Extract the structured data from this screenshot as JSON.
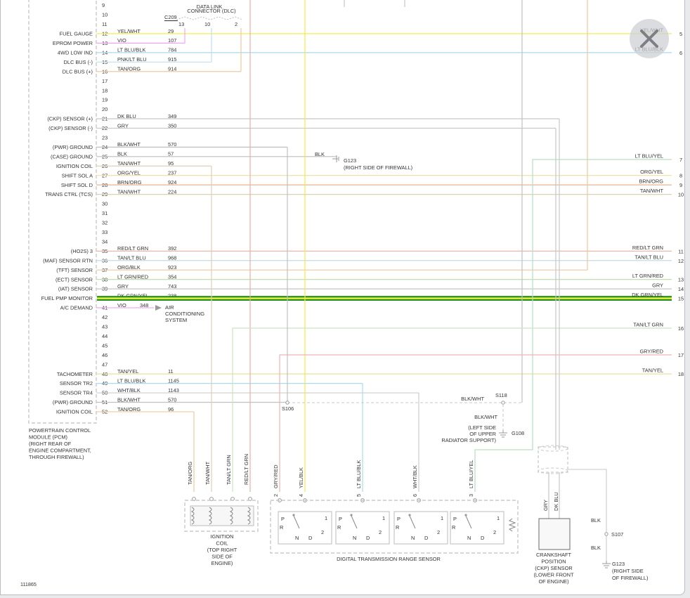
{
  "pcm": {
    "pins": [
      {
        "n": "9",
        "label": "",
        "wire": "",
        "circuit": ""
      },
      {
        "n": "10",
        "label": "",
        "wire": "",
        "circuit": ""
      },
      {
        "n": "11",
        "label": "",
        "wire": "",
        "circuit": ""
      },
      {
        "n": "12",
        "label": "FUEL GAUGE",
        "wire": "YEL/WHT",
        "circuit": "29"
      },
      {
        "n": "13",
        "label": "EPROM POWER",
        "wire": "VIO",
        "circuit": "107"
      },
      {
        "n": "14",
        "label": "4WD LOW IND",
        "wire": "LT BLU/BLK",
        "circuit": "784"
      },
      {
        "n": "15",
        "label": "DLC BUS (-)",
        "wire": "PNK/LT BLU",
        "circuit": "915"
      },
      {
        "n": "16",
        "label": "DLC BUS (+)",
        "wire": "TAN/ORG",
        "circuit": "914"
      },
      {
        "n": "17",
        "label": "",
        "wire": "",
        "circuit": ""
      },
      {
        "n": "18",
        "label": "",
        "wire": "",
        "circuit": ""
      },
      {
        "n": "19",
        "label": "",
        "wire": "",
        "circuit": ""
      },
      {
        "n": "20",
        "label": "",
        "wire": "",
        "circuit": ""
      },
      {
        "n": "21",
        "label": "(CKP) SENSOR (+)",
        "wire": "DK BLU",
        "circuit": "349"
      },
      {
        "n": "22",
        "label": "(CKP) SENSOR (-)",
        "wire": "GRY",
        "circuit": "350"
      },
      {
        "n": "23",
        "label": "",
        "wire": "",
        "circuit": ""
      },
      {
        "n": "24",
        "label": "(PWR) GROUND",
        "wire": "BLK/WHT",
        "circuit": "570"
      },
      {
        "n": "25",
        "label": "(CASE) GROUND",
        "wire": "BLK",
        "circuit": "57"
      },
      {
        "n": "26",
        "label": "IGNITION COIL",
        "wire": "TAN/WHT",
        "circuit": "95"
      },
      {
        "n": "27",
        "label": "SHIFT SOL A",
        "wire": "ORG/YEL",
        "circuit": "237"
      },
      {
        "n": "28",
        "label": "SHIFT SOL D",
        "wire": "BRN/ORG",
        "circuit": "924"
      },
      {
        "n": "29",
        "label": "TRANS CTRL (TCS)",
        "wire": "TAN/WHT",
        "circuit": "224"
      },
      {
        "n": "30",
        "label": "",
        "wire": "",
        "circuit": ""
      },
      {
        "n": "31",
        "label": "",
        "wire": "",
        "circuit": ""
      },
      {
        "n": "32",
        "label": "",
        "wire": "",
        "circuit": ""
      },
      {
        "n": "33",
        "label": "",
        "wire": "",
        "circuit": ""
      },
      {
        "n": "34",
        "label": "",
        "wire": "",
        "circuit": ""
      },
      {
        "n": "35",
        "label": "(HO2S) 3",
        "wire": "RED/LT GRN",
        "circuit": "392"
      },
      {
        "n": "36",
        "label": "(MAF) SENSOR RTN",
        "wire": "TAN/LT BLU",
        "circuit": "968"
      },
      {
        "n": "37",
        "label": "(TFT) SENSOR",
        "wire": "ORG/BLK",
        "circuit": "923"
      },
      {
        "n": "38",
        "label": "(ECT) SENSOR",
        "wire": "LT GRN/RED",
        "circuit": "354"
      },
      {
        "n": "39",
        "label": "(IAT) SENSOR",
        "wire": "GRY",
        "circuit": "743"
      },
      {
        "n": "40",
        "label": "FUEL PMP MONITOR",
        "wire": "DK GRN/YEL",
        "circuit": "238"
      },
      {
        "n": "41",
        "label": "A/C DEMAND",
        "wire": "VIO",
        "circuit": "348"
      },
      {
        "n": "42",
        "label": "",
        "wire": "",
        "circuit": ""
      },
      {
        "n": "43",
        "label": "",
        "wire": "",
        "circuit": ""
      },
      {
        "n": "44",
        "label": "",
        "wire": "",
        "circuit": ""
      },
      {
        "n": "45",
        "label": "",
        "wire": "",
        "circuit": ""
      },
      {
        "n": "46",
        "label": "",
        "wire": "",
        "circuit": ""
      },
      {
        "n": "47",
        "label": "",
        "wire": "",
        "circuit": ""
      },
      {
        "n": "48",
        "label": "TACHOMETER",
        "wire": "TAN/YEL",
        "circuit": "11"
      },
      {
        "n": "49",
        "label": "SENSOR TR2",
        "wire": "LT BLU/BLK",
        "circuit": "1145"
      },
      {
        "n": "50",
        "label": "SENSOR TR4",
        "wire": "WHT/BLK",
        "circuit": "1143"
      },
      {
        "n": "51",
        "label": "(PWR) GROUND",
        "wire": "BLK/WHT",
        "circuit": "570"
      },
      {
        "n": "52",
        "label": "IGNITION COIL",
        "wire": "TAN/ORG",
        "circuit": "96"
      }
    ],
    "caption": [
      "POWERTRAIN CONTROL",
      "MODULE (PCM)",
      "(RIGHT REAR OF",
      "ENGINE COMPARTMENT,",
      "THROUGH FIREWALL)"
    ]
  },
  "dlc": {
    "title": "DATA LINK",
    "subtitle": "CONNECTOR (DLC)",
    "ref": "C209",
    "pins": [
      "13",
      "10",
      "2"
    ]
  },
  "right_refs": [
    {
      "label": "YEL/WHT",
      "n": "5",
      "color": "#e8e83a"
    },
    {
      "label": "LT BLU/BLK",
      "n": "6",
      "color": "#9fd6ea"
    },
    {
      "label": "LT BLU/YEL",
      "n": "7",
      "color": "#b6e0c0"
    },
    {
      "label": "ORG/YEL",
      "n": "8",
      "color": "#f2d79c"
    },
    {
      "label": "BRN/ORG",
      "n": "9",
      "color": "#e4b08a"
    },
    {
      "label": "TAN/WHT",
      "n": "10",
      "color": "#d8c6a8"
    },
    {
      "label": "RED/LT GRN",
      "n": "11",
      "color": "#e7a99c"
    },
    {
      "label": "TAN/LT BLU",
      "n": "12",
      "color": "#bcd8df"
    },
    {
      "label": "LT GRN/RED",
      "n": "13",
      "color": "#b9dcae"
    },
    {
      "label": "GRY",
      "n": "14",
      "color": "#c4c4c4"
    },
    {
      "label": "DK GRN/YEL",
      "n": "15",
      "color": "#2f8a2f"
    },
    {
      "label": "TAN/LT GRN",
      "n": "16",
      "color": "#b9d9b4"
    },
    {
      "label": "GRY/RED",
      "n": "17",
      "color": "#e8a4a4"
    },
    {
      "label": "TAN/YEL",
      "n": "18",
      "color": "#e7dca0"
    }
  ],
  "ground_g123": {
    "wire": "BLK",
    "name": "G123",
    "location": "(RIGHT SIDE OF FIREWALL)"
  },
  "ac_system": [
    "AIR",
    "CONDITIONING",
    "SYSTEM"
  ],
  "splices": {
    "s106": "S106",
    "s118": "S118",
    "s118_wire": "BLK/WHT",
    "g108_wire": "BLK/WHT",
    "g108": "G108",
    "g108_location": [
      "(LEFT SIDE",
      "OF UPPER",
      "RADIATOR SUPPORT)"
    ],
    "s107": "S107",
    "s107_wire_top": "BLK",
    "s107_wire_bottom": "BLK",
    "g123b": "G123",
    "g123b_location": [
      "(RIGHT SIDE",
      "OF FIREWALL)"
    ]
  },
  "ignition_coil": {
    "wires": [
      "TAN/ORG",
      "TAN/WHT",
      "TAN/LT GRN",
      "RED/LT GRN"
    ],
    "caption": [
      "IGNITION",
      "COIL",
      "(TOP RIGHT",
      "SIDE OF",
      "ENGINE)"
    ]
  },
  "dtr": {
    "wires": [
      {
        "pin": "2",
        "color": "GRY/RED"
      },
      {
        "pin": "4",
        "color": "YEL/BLK"
      },
      {
        "pin": "5",
        "color": "LT BLU/BLK"
      },
      {
        "pin": "6",
        "color": "WHT/BLK"
      },
      {
        "pin": "3",
        "color": "LT BLU/YEL"
      }
    ],
    "switch_letters": {
      "p": "P",
      "r": "R",
      "n": "N",
      "d": "D",
      "one": "1",
      "two": "2"
    },
    "caption": "DIGITAL TRANSMISSION RANGE SENSOR"
  },
  "ckp": {
    "wires": [
      "GRY",
      "DK BLU"
    ],
    "caption": [
      "CRANKSHAFT",
      "POSITION",
      "(CKP) SENSOR",
      "(LOWER FRONT",
      "OF ENGINE)"
    ]
  },
  "figure_id": "111865",
  "close_button": {
    "icon": "close-icon"
  }
}
